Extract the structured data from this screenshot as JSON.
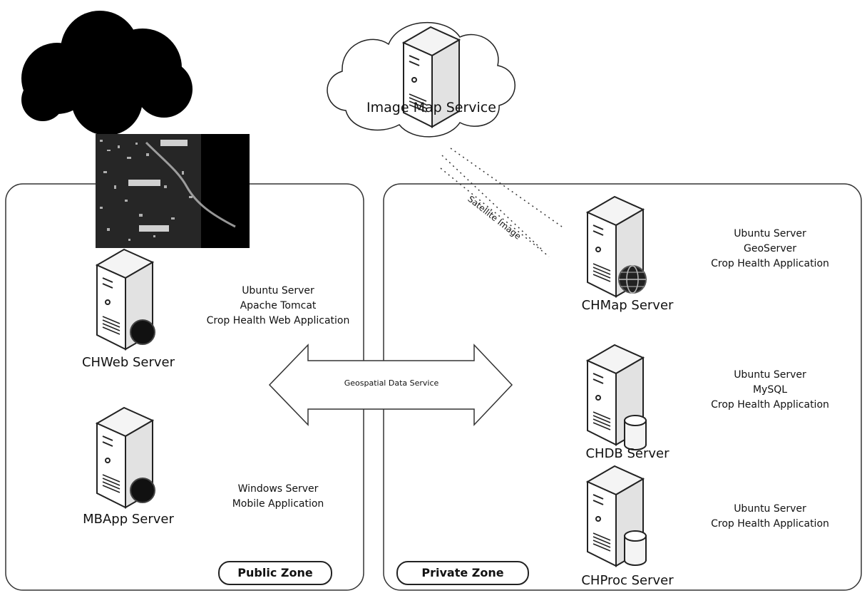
{
  "cloud_service": {
    "label": "Image Map Service"
  },
  "connections": {
    "satellite_label": "Satellite Image",
    "geospatial_label": "Geospatial Data Service"
  },
  "zones": {
    "public": "Public Zone",
    "private": "Private Zone"
  },
  "servers": {
    "chweb": {
      "name": "CHWeb Server",
      "stack": [
        "Ubuntu Server",
        "Apache Tomcat",
        "Crop Health Web Application"
      ]
    },
    "mbapp": {
      "name": "MBApp Server",
      "stack": [
        "Windows Server",
        "Mobile Application"
      ]
    },
    "chmap": {
      "name": "CHMap Server",
      "stack": [
        "Ubuntu Server",
        "GeoServer",
        "Crop Health Application"
      ]
    },
    "chdb": {
      "name": "CHDB Server",
      "stack": [
        "Ubuntu Server",
        "MySQL",
        "Crop Health Application"
      ]
    },
    "chproc": {
      "name": "CHProc Server",
      "stack": [
        "Ubuntu Server",
        "Crop Health Application"
      ]
    }
  }
}
